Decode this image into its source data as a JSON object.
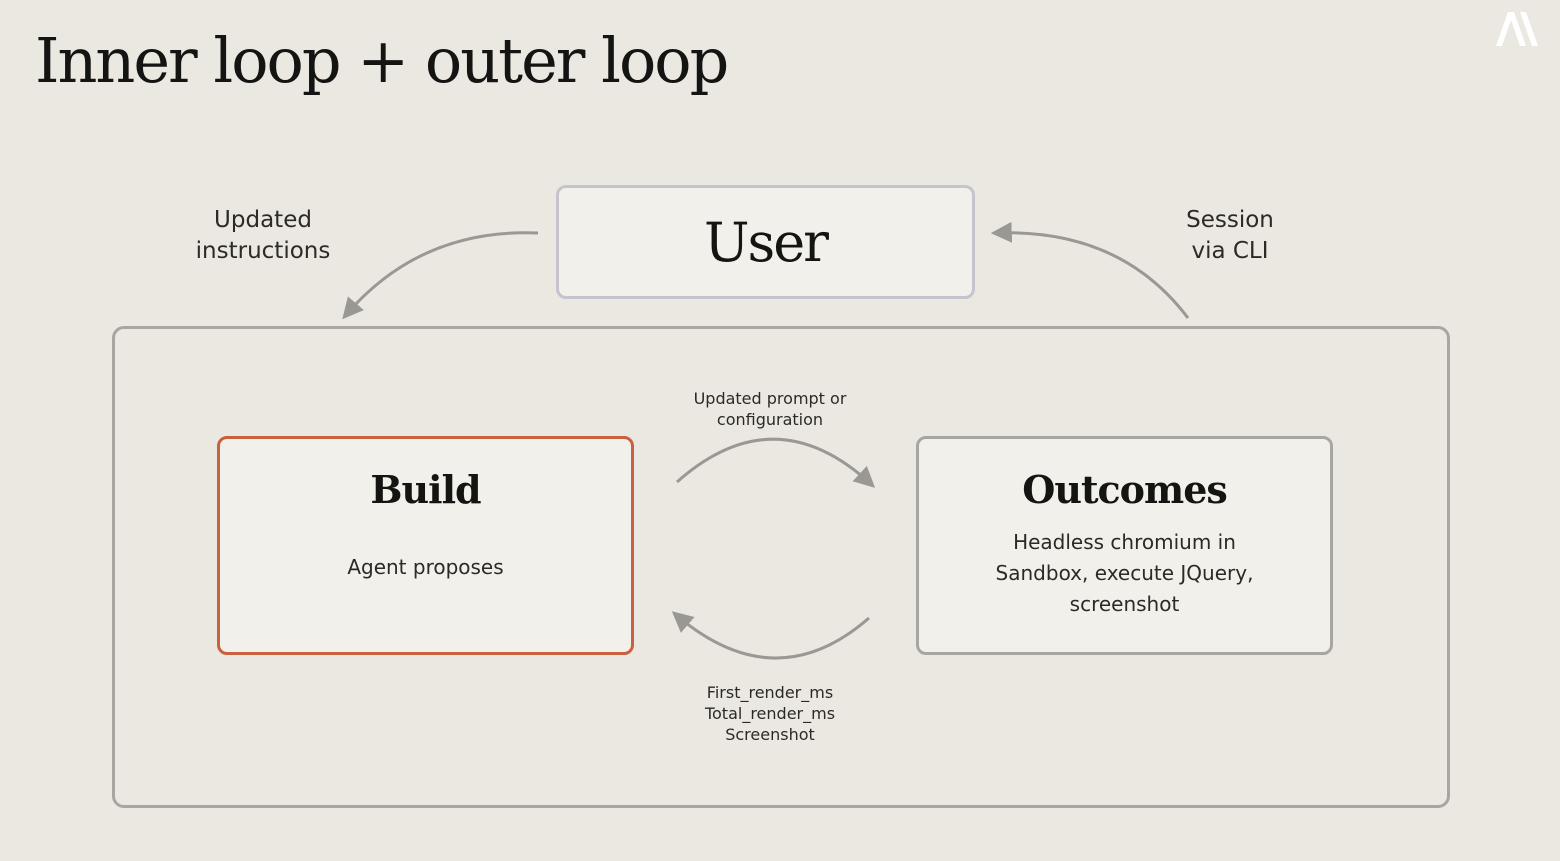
{
  "title": "Inner loop + outer loop",
  "user": {
    "label": "User"
  },
  "build": {
    "title": "Build",
    "description": "Agent proposes"
  },
  "outcomes": {
    "title": "Outcomes",
    "description_lines": [
      "Headless chromium in",
      "Sandbox, execute JQuery,",
      "screenshot"
    ]
  },
  "outer_left_label": {
    "lines": [
      "Updated",
      "instructions"
    ]
  },
  "outer_right_label": {
    "lines": [
      "Session",
      "via CLI"
    ]
  },
  "inner_top_label": {
    "lines": [
      "Updated prompt or",
      "configuration"
    ]
  },
  "inner_bottom_label": {
    "lines": [
      "First_render_ms",
      "Total_render_ms",
      "Screenshot"
    ]
  },
  "colors": {
    "background": "#eae8e1",
    "build_border": "#c9603f",
    "box_border": "#a8a6a1",
    "user_border": "#c6c3cf",
    "arrow": "#9a9893"
  },
  "logo": {
    "name": "brand-logo"
  }
}
